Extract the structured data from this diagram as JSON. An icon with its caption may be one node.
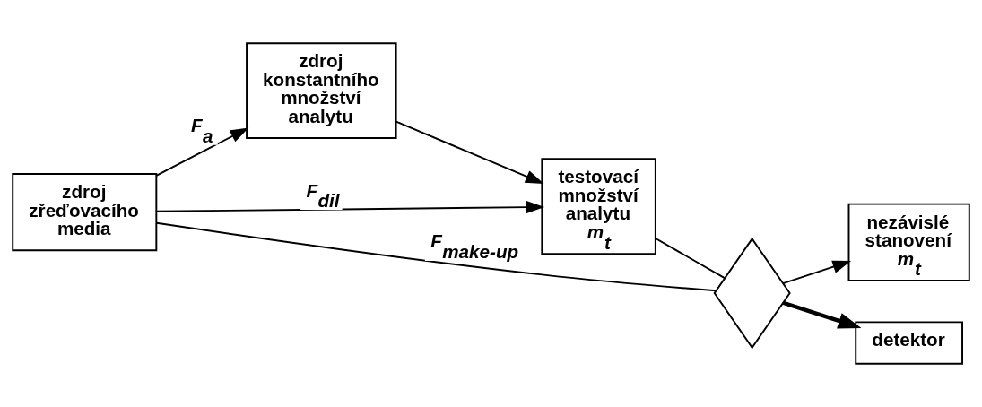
{
  "diagram": {
    "nodes": [
      {
        "text": [
          "zdroj konstantního množství analytu"
        ]
      },
      {
        "text": [
          "testovací množství analytu *m*$_{t}$"
        ]
      },
      {
        "text": [
          "nezávislé stanovení *m*$_{t}$"
        ]
      },
      {
        "text": [],
        "shape": "diamond"
      },
      {
        "text": [
          "detektor"
        ]
      },
      {
        "text": [
          "zdroj zřeďovacího media"
        ]
      }
    ],
    "edges": [
      {
        "from": 5,
        "to": 0,
        "arrow": "to",
        "label": "*F*$_{a}$"
      },
      {
        "from": 0,
        "to": 1,
        "arrow": "to"
      },
      {
        "from": 5,
        "to": 1,
        "arrow": "to",
        "label": "*F*$_{dil}$"
      },
      {
        "from": 5,
        "to": 3,
        "arrow": "none",
        "label": "*F*$_{make-up}$"
      },
      {
        "from": 1,
        "to": 3,
        "arrow": "none"
      },
      {
        "from": 3,
        "to": 2,
        "arrow": "to"
      },
      {
        "from": 3,
        "to": 4,
        "arrow": "to",
        "style": "thick"
      }
    ]
  }
}
